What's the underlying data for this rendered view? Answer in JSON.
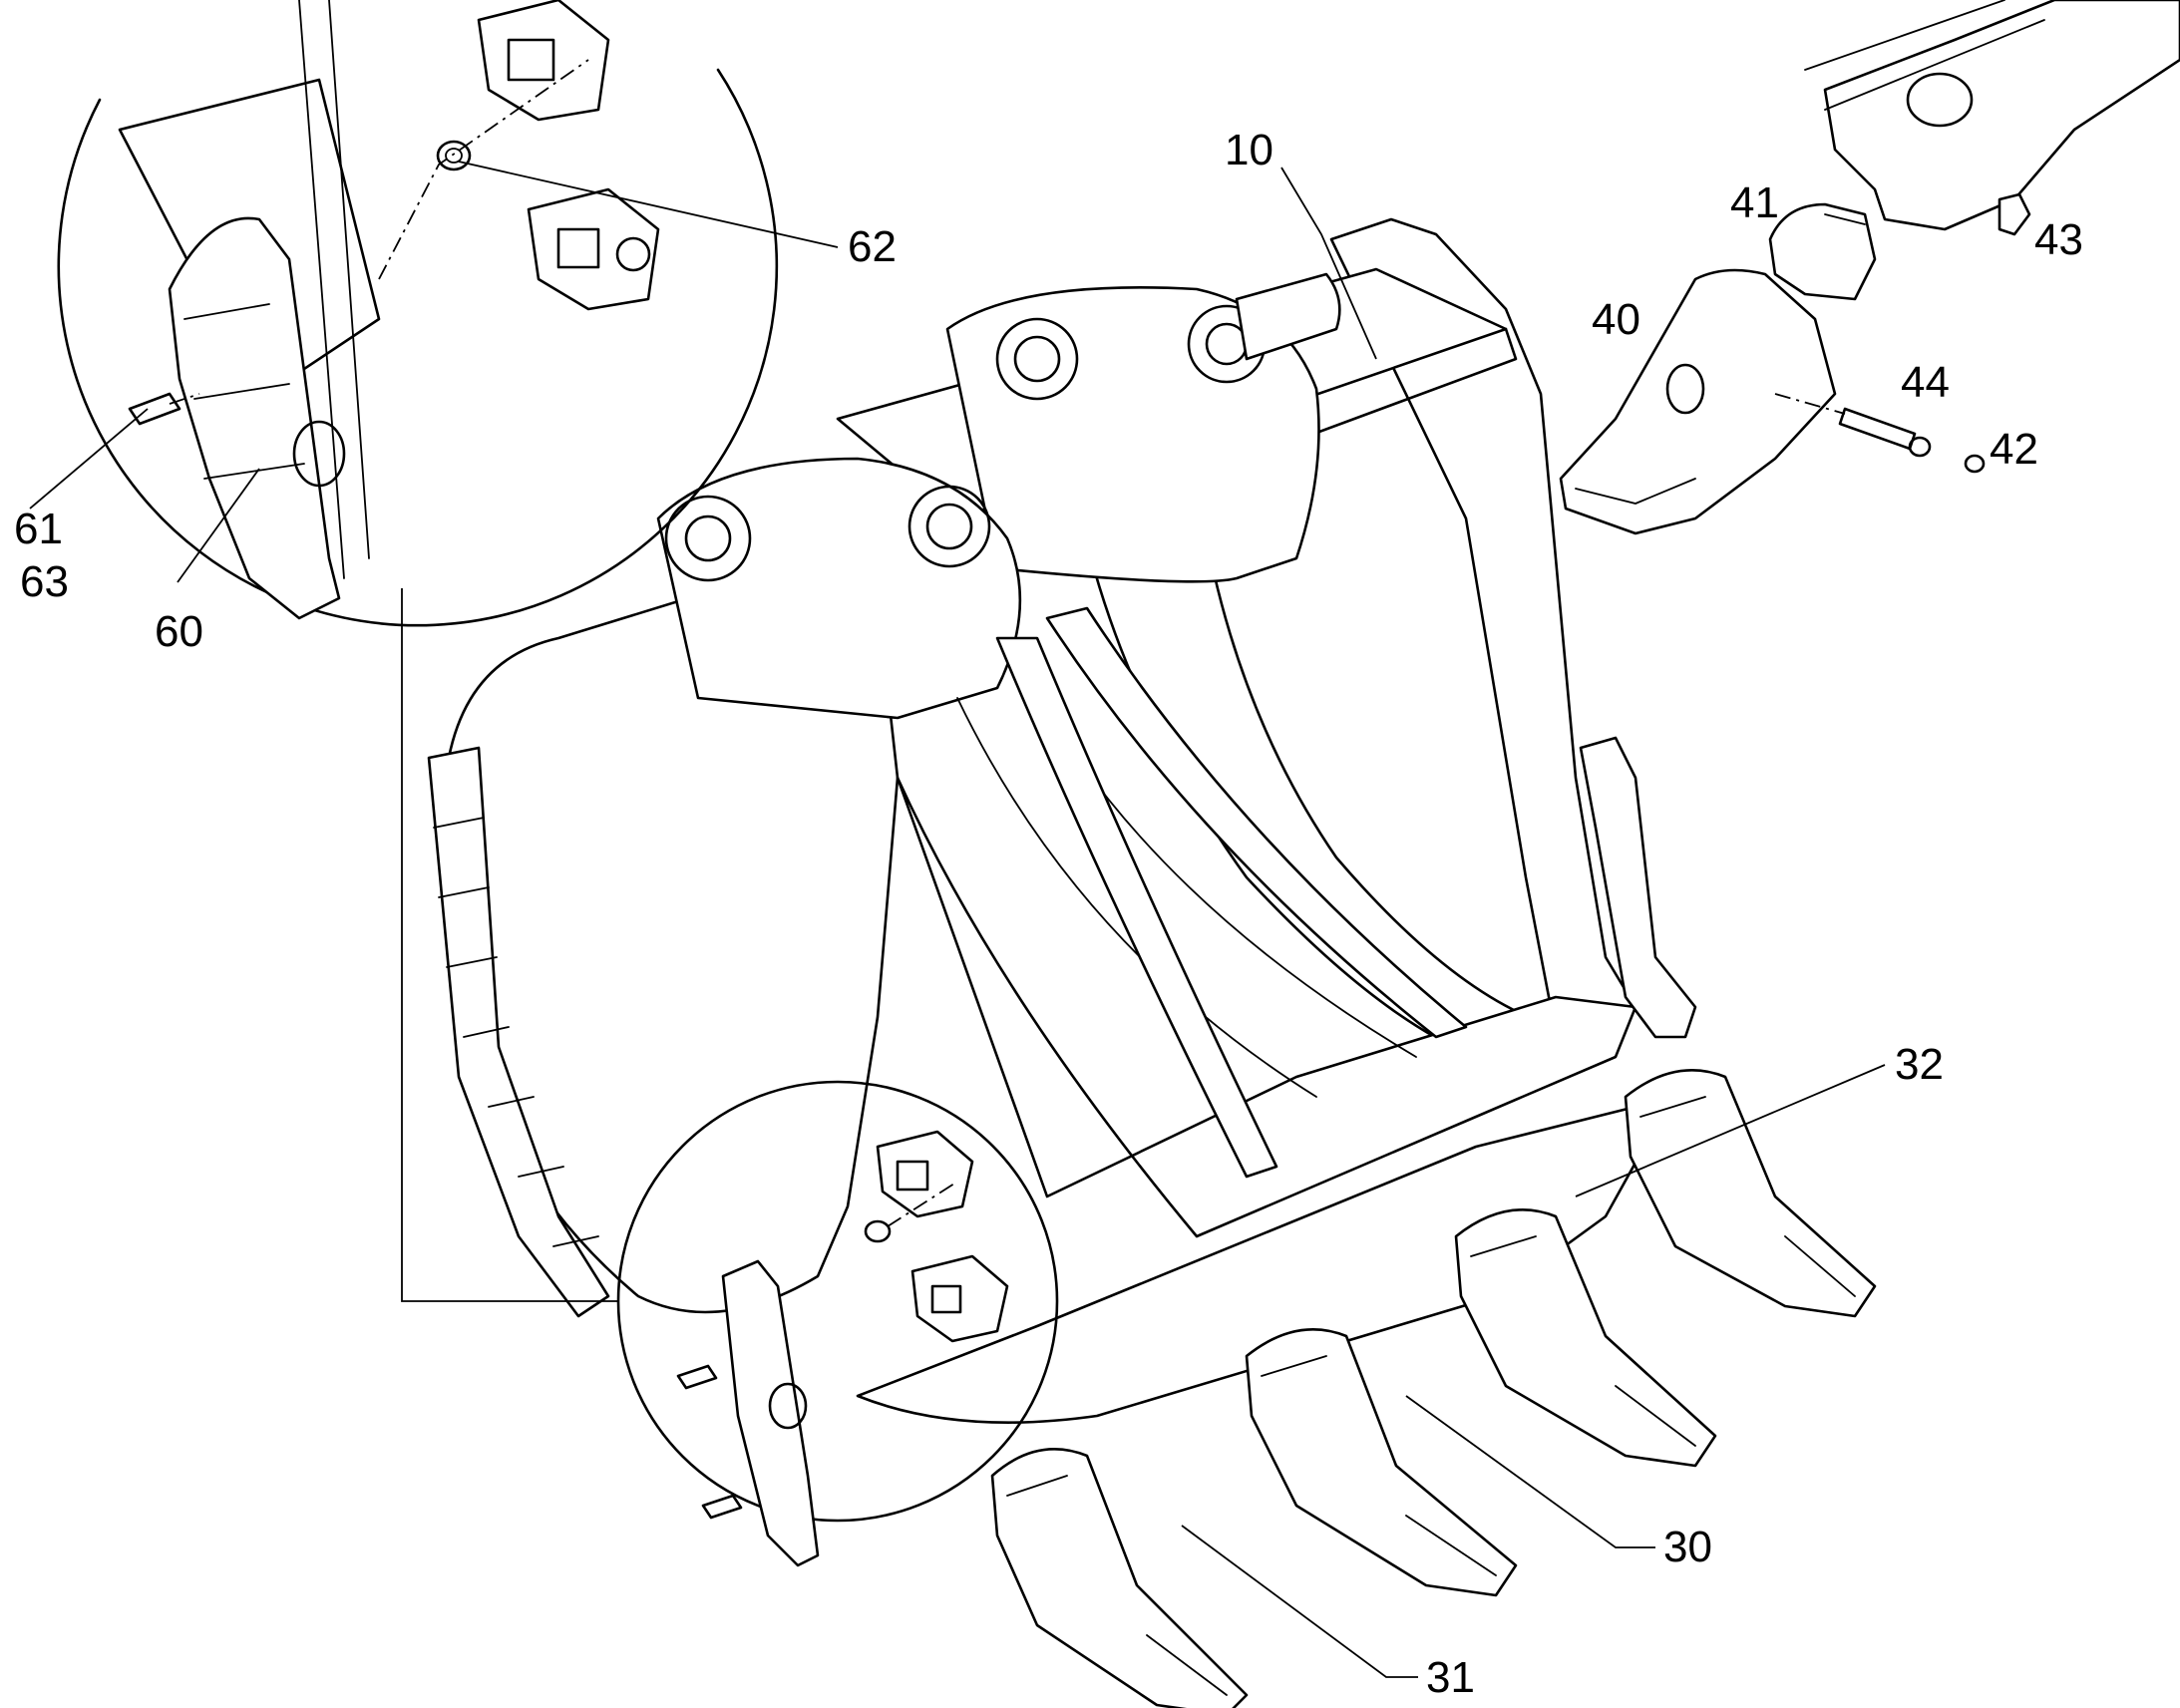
{
  "figure": {
    "labels": [
      {
        "id": "10",
        "text": "10"
      },
      {
        "id": "62",
        "text": "62"
      },
      {
        "id": "61",
        "text": "61"
      },
      {
        "id": "63",
        "text": "63"
      },
      {
        "id": "60",
        "text": "60"
      },
      {
        "id": "41",
        "text": "41"
      },
      {
        "id": "43",
        "text": "43"
      },
      {
        "id": "40",
        "text": "40"
      },
      {
        "id": "44",
        "text": "44"
      },
      {
        "id": "42",
        "text": "42"
      },
      {
        "id": "32",
        "text": "32"
      },
      {
        "id": "30",
        "text": "30"
      },
      {
        "id": "31",
        "text": "31"
      }
    ]
  }
}
